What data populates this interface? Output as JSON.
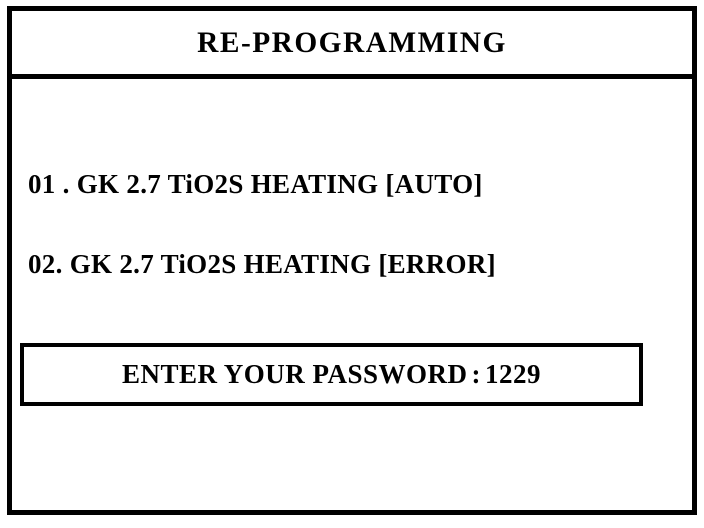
{
  "screen": {
    "background_color": "#FFFFFF",
    "foreground_color": "#000000",
    "frame_color": "#000000"
  },
  "header": {
    "title": "RE-PROGRAMMING"
  },
  "main": {
    "program_list": [
      {
        "index": "01 .",
        "text": "01 .  GK 2.7 TiO2S HEATING [AUTO]",
        "device": "GK 2.7 TiO2S HEATING",
        "status": "AUTO"
      },
      {
        "index": "02.",
        "text": "02.  GK 2.7 TiO2S HEATING [ERROR]",
        "device": "GK 2.7 TiO2S HEATING",
        "status": "ERROR"
      }
    ],
    "password_field": {
      "label": "ENTER YOUR PASSWORD",
      "separator": ":",
      "value": "1229",
      "full_text": "ENTER YOUR PASSWORD : 1229"
    }
  }
}
